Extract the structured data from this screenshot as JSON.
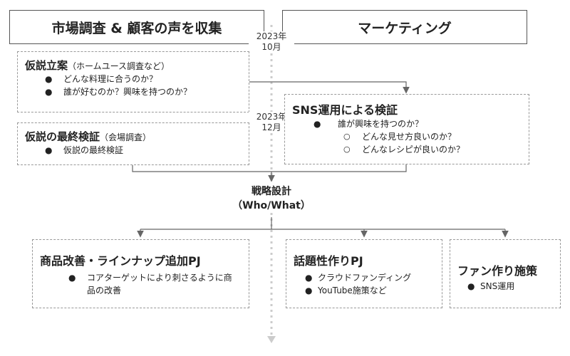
{
  "headers": {
    "left": "市場調査 & 顧客の声を収集",
    "right": "マーケティング"
  },
  "timeline": {
    "date1": "2023年\n10月",
    "date2": "2023年\n12月"
  },
  "hypothesis": {
    "title": "仮説立案",
    "sub": "（ホームユース調査など）",
    "items": [
      "どんな料理に合うのか？",
      "誰が好むのか？興味を持つのか？"
    ]
  },
  "final_check": {
    "title": "仮説の最終検証",
    "sub": "（会場調査）",
    "items": [
      "仮説の最終検証"
    ]
  },
  "sns_check": {
    "title": "SNS運用による検証",
    "items": [
      "誰が興味を持つのか？"
    ],
    "subitems": [
      "どんな見せ方良いのか？",
      "どんなレシピが良いのか？"
    ]
  },
  "strategy": {
    "line1": "戦略設計",
    "line2": "（Who/What）"
  },
  "product": {
    "title": "商品改善・ラインナップ追加PJ",
    "items": [
      "コアターゲットにより刺さるように商品の改善"
    ]
  },
  "topic": {
    "title": "話題性作りPJ",
    "items": [
      "クラウドファンディング",
      "YouTube施策など"
    ]
  },
  "fan": {
    "title": "ファン作り施策",
    "items": [
      "SNS運用"
    ]
  },
  "bullets": {
    "filled": "●",
    "hollow": "○"
  }
}
